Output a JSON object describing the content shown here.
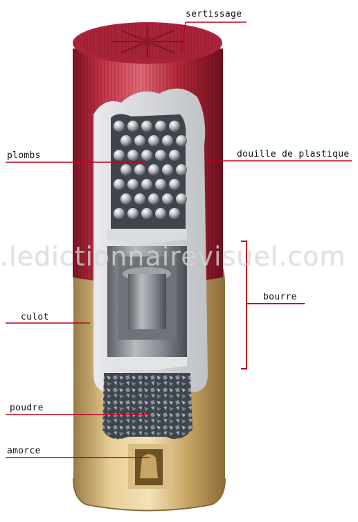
{
  "diagram": {
    "labels": {
      "sertissage": "sertissage",
      "plombs": "plombs",
      "douille": "douille de plastique",
      "bourre": "bourre",
      "culot": "culot",
      "poudre": "poudre",
      "amorce": "amorce"
    },
    "watermark": ".ledictionnairevisuel.com"
  },
  "colors": {
    "hull_red": "#b5283a",
    "hull_dark": "#7a1424",
    "brass": "#d7b77a",
    "brass_dark": "#9a7b44",
    "leader": "#c0001a",
    "shot": "#c9cdd2",
    "gray_inner": "#8c9096"
  },
  "icons": [
    "shell-cross-section"
  ]
}
